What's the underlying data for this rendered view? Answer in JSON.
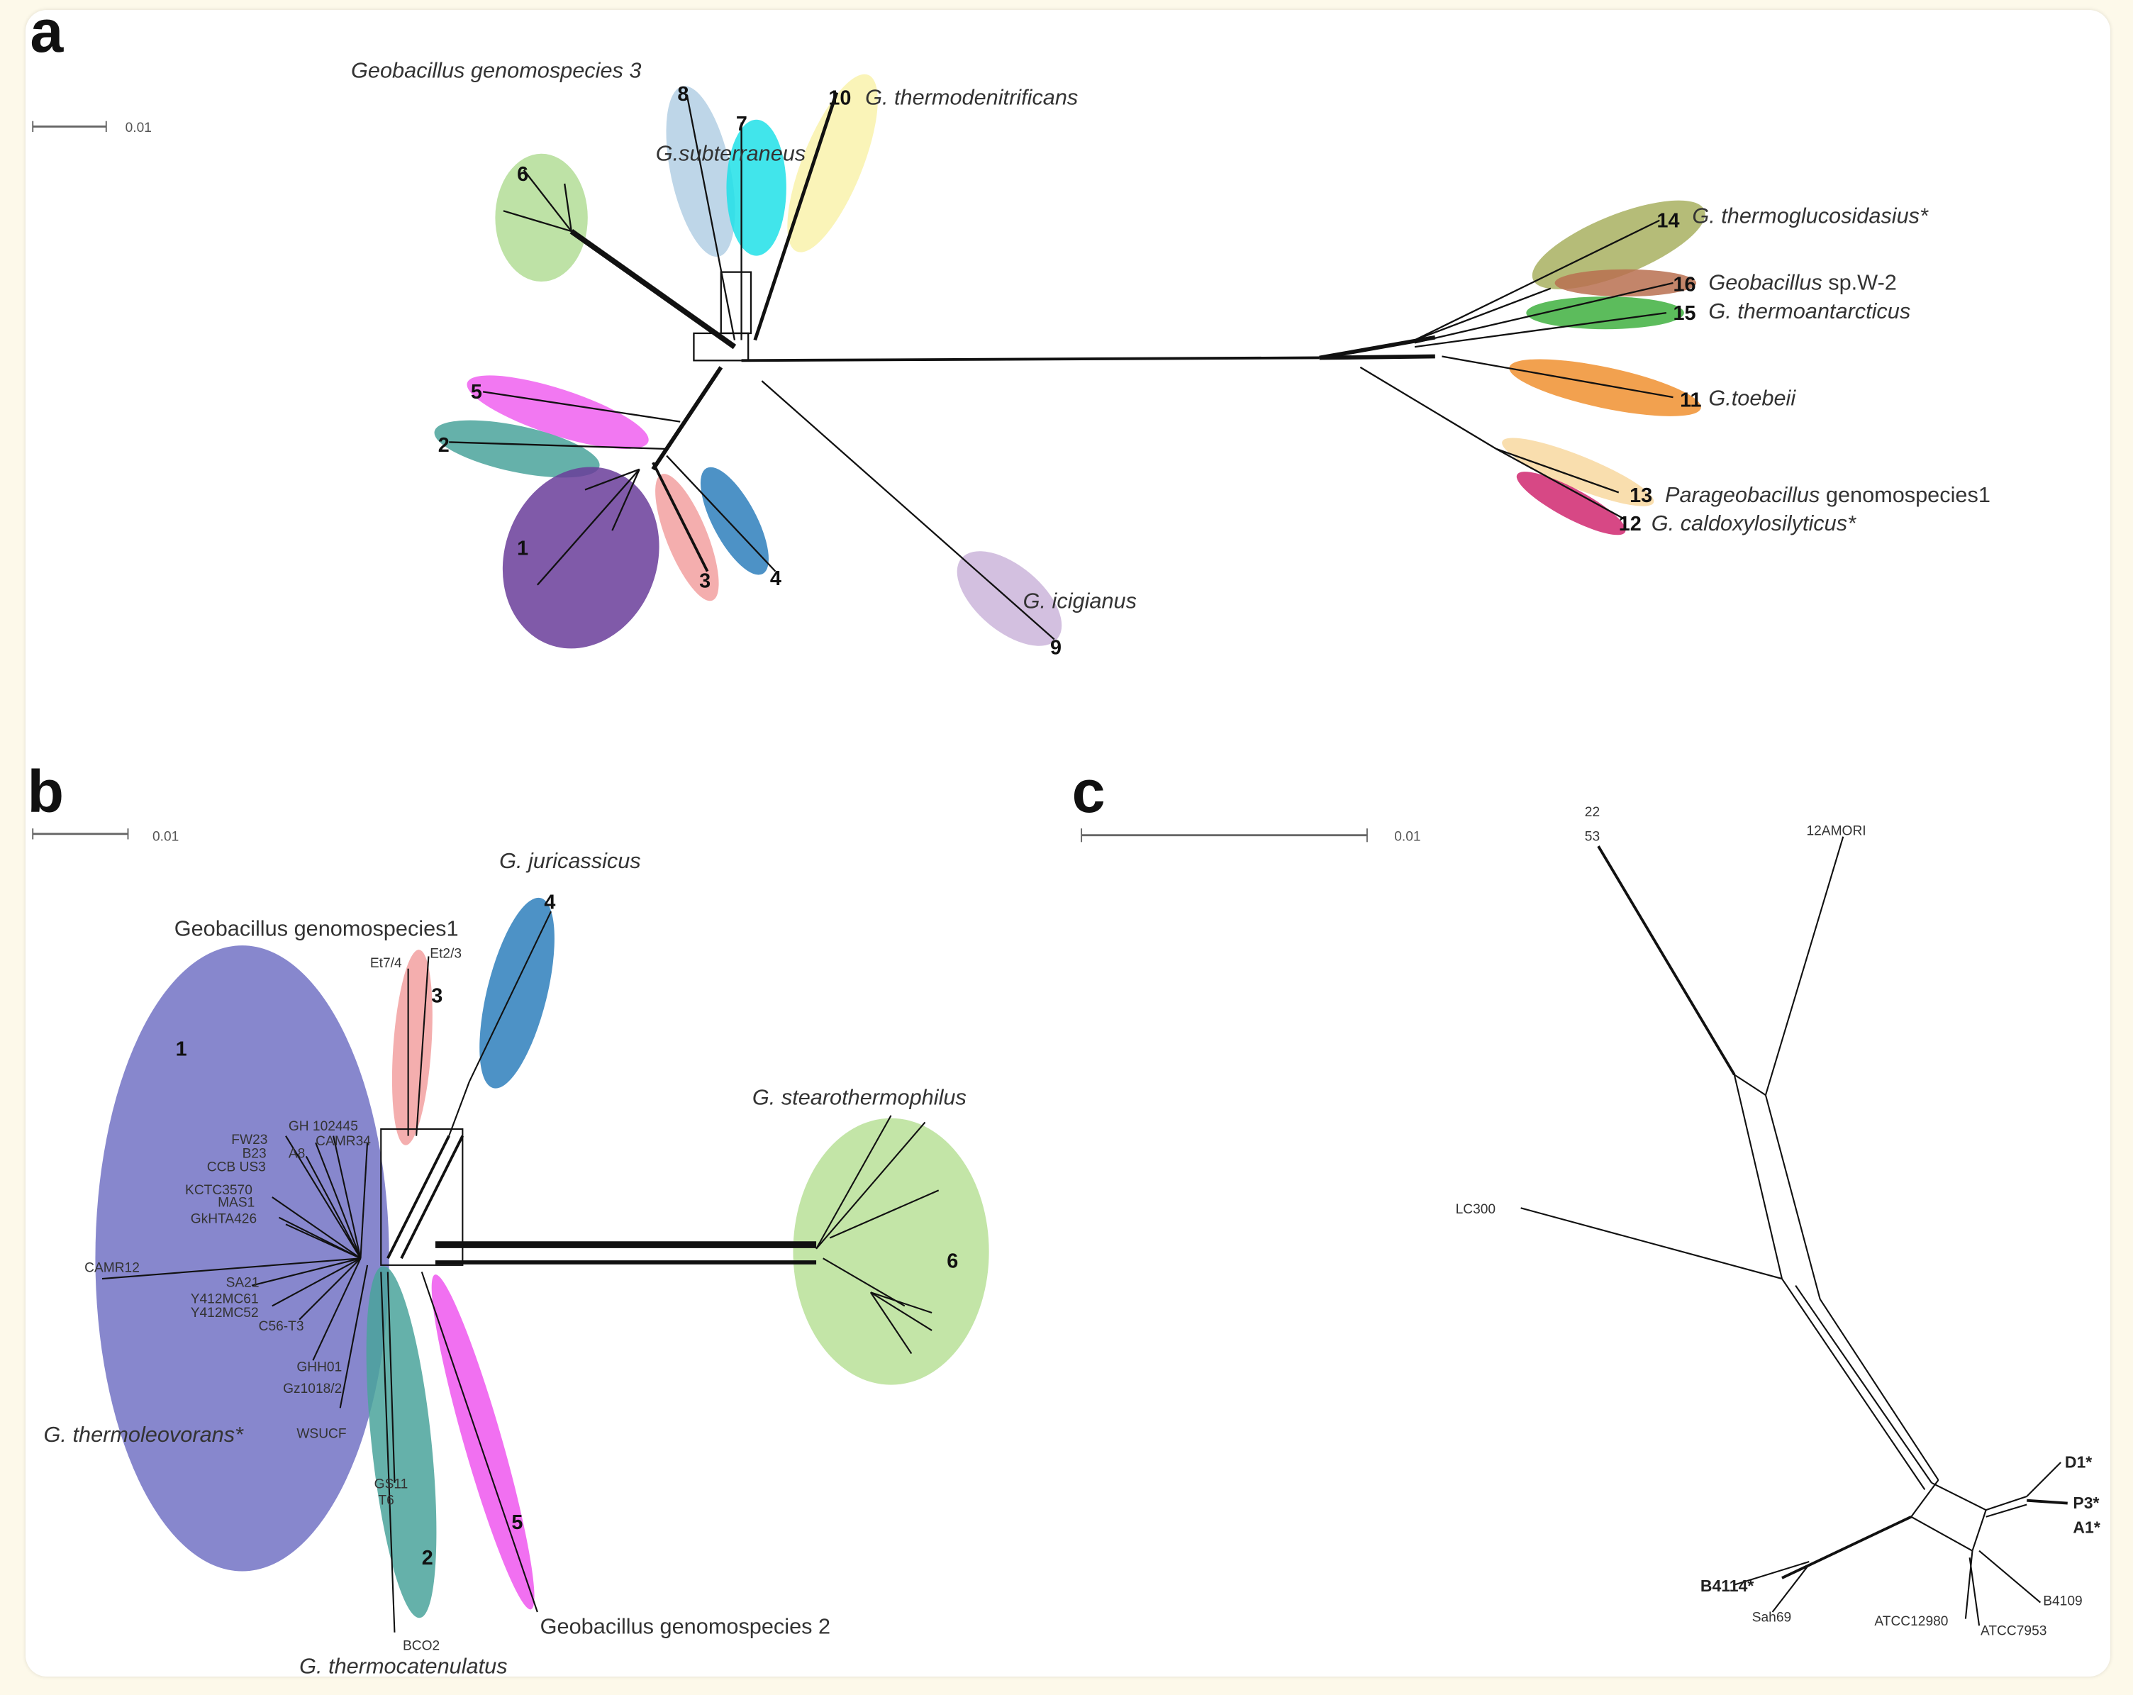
{
  "figure": {
    "panels": [
      {
        "id": "a",
        "label": "a",
        "scale_bar": "0.01",
        "clusters": [
          {
            "number": "1",
            "color": "#6a3d9a"
          },
          {
            "number": "2",
            "color": "#4aa39b"
          },
          {
            "number": "3",
            "color": "#f2a0a0"
          },
          {
            "number": "4",
            "color": "#3a86c0"
          },
          {
            "number": "5",
            "color": "#f060f0"
          },
          {
            "number": "6",
            "color": "#a8d888"
          },
          {
            "number": "7",
            "color": "#20e0e8"
          },
          {
            "number": "8",
            "color": "#a8c8e0"
          },
          {
            "number": "9",
            "color": "#c8b0d8"
          },
          {
            "number": "10",
            "color": "#f8f0a0"
          },
          {
            "number": "11",
            "color": "#f09030"
          },
          {
            "number": "12",
            "color": "#d02870"
          },
          {
            "number": "13",
            "color": "#f8d8a0"
          },
          {
            "number": "14",
            "color": "#a8b060"
          },
          {
            "number": "15",
            "color": "#40b040"
          },
          {
            "number": "16",
            "color": "#b87050"
          }
        ],
        "labels": {
          "genomospecies3": "Geobacillus genomospecies 3",
          "subterraneus": "G.subterraneus",
          "thermodenitrificans": "G. thermodenitrificans",
          "thermoglucosidasius": "G. thermoglucosidasius*",
          "sp_w2_genus": "Geobacillus",
          "sp_w2_rest": " sp.W-2",
          "thermoantarcticus": "G. thermoantarcticus",
          "toebeii": "G.toebeii",
          "parageo_genus": "Parageobacillus",
          "parageo_rest": " genomospecies1",
          "caldoxylosilyticus": "G. caldoxylosilyticus*",
          "icigianus": "G. icigianus"
        }
      },
      {
        "id": "b",
        "label": "b",
        "scale_bar": "0.01",
        "labels": {
          "jurassicus": "G. juricassicus",
          "genomospecies1": "Geobacillus genomospecies1",
          "stearothermophilus": "G. stearothermophilus",
          "thermoleovorans": "G. thermoleovorans*",
          "genomospecies2": "Geobacillus genomospecies 2",
          "thermocatenulatus": "G. thermocatenulatus"
        },
        "cluster_numbers": [
          "1",
          "2",
          "3",
          "4",
          "5",
          "6"
        ],
        "strains": [
          "Et7/4",
          "Et2/3",
          "FW23",
          "B23",
          "A8",
          "CCB US3",
          "GH 102445",
          "CAMR34",
          "KCTC3570",
          "MAS1",
          "GkHTA426",
          "CAMR12",
          "SA21",
          "Y412MC61",
          "Y412MC52",
          "C56-T3",
          "GHH01",
          "Gz1018/2",
          "WSUCF",
          "GS11",
          "T6",
          "BCO2"
        ]
      },
      {
        "id": "c",
        "label": "c",
        "scale_bar": "0.01",
        "strains": {
          "s22": "22",
          "s53": "53",
          "s12amori": "12AMORI",
          "lc300": "LC300",
          "d1": "D1*",
          "p3": "P3*",
          "a1": "A1*",
          "b4114": "B4114*",
          "sah69": "Sah69",
          "atcc12980": "ATCC12980",
          "atcc7953": "ATCC7953",
          "b4109": "B4109"
        }
      }
    ]
  }
}
